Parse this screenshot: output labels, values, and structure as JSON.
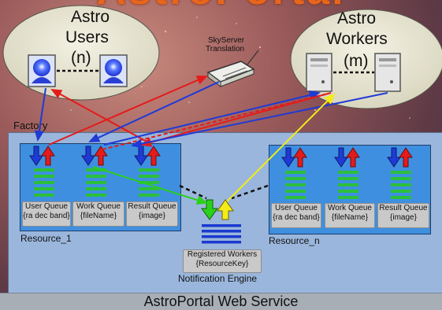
{
  "banner_title": "AstroPortal",
  "users_cloud": {
    "line1": "Astro",
    "line2": "Users",
    "count": "(n)"
  },
  "workers_cloud": {
    "line1": "Astro",
    "line2": "Workers",
    "count": "(m)"
  },
  "skyserver": {
    "line1": "SkyServer",
    "line2": "Translation"
  },
  "factory_label": "Factory",
  "resource_1": {
    "name": "Resource_1",
    "queues": [
      {
        "title": "User Queue",
        "detail": "{ra dec band}"
      },
      {
        "title": "Work Queue",
        "detail": "{fileName}"
      },
      {
        "title": "Result Queue",
        "detail": "{image}"
      }
    ]
  },
  "resource_n": {
    "name": "Resource_n",
    "queues": [
      {
        "title": "User Queue",
        "detail": "{ra dec band}"
      },
      {
        "title": "Work Queue",
        "detail": "{fileName}"
      },
      {
        "title": "Result Queue",
        "detail": "{image}"
      }
    ]
  },
  "registry": {
    "line1": "Registered Workers",
    "line2": "{ResourceKey}"
  },
  "notification_engine": "Notification Engine",
  "web_service_title": "AstroPortal Web Service",
  "colors": {
    "request_arrow": "#1f3ad6",
    "response_arrow": "#e41b1b",
    "notify_arrow": "#2ad01a",
    "worker_arrow": "#f4ec18",
    "queue_bar": "#2cbf3b",
    "registry_bar": "#1a3ad0",
    "factory_fill": "#9ab6dc",
    "resource_fill": "#3f8fe0"
  },
  "icons": [
    "user-icon",
    "server-icon",
    "printer-icon"
  ]
}
